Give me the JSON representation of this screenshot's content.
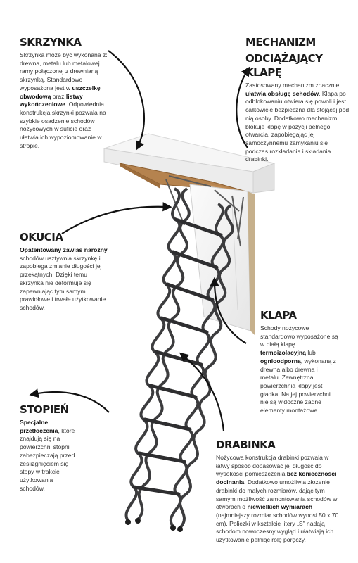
{
  "sections": {
    "skrzynka": {
      "title": "SKRZYNKA",
      "p1": "Skrzynka może być wykonana z: drewna, metalu lub metalowej ramy połączonej z drewnianą skrzynką. Standardowo wyposażona jest w ",
      "b1": "uszczelkę obwodową",
      "p2": " oraz ",
      "b2": "listwy wykończeniowe",
      "p3": ". Odpowiednia konstrukcja skrzynki pozwala na szybkie osadzenie schodów nożycowych w suficie oraz ułatwia ich wypoziomowanie w stropie."
    },
    "mechanizm": {
      "title_line1": "MECHANIZM",
      "title_line2": "ODCIĄŻAJĄCY KLAPĘ",
      "p1": "Zastosowany mechanizm znacznie ",
      "b1": "ułatwia obsługę schodów",
      "p2": ". Klapa po odblokowaniu otwiera się powoli i jest całkowicie bezpieczna dla stojącej pod nią osoby. Dodatkowo mechanizm blokuje klapę w pozycji pełnego otwarcia, zapobiegając jej samoczynnemu zamykaniu się podczas rozkładania i składania drabinki."
    },
    "okucia": {
      "title": "OKUCIA",
      "b1": "Opatentowany zawias narożny",
      "p1": " schodów usztywnia skrzynkę i zapobiega zmianie długości jej przekątnych. Dzięki temu skrzynka nie deformuje się zapewniając tym samym prawidłowe i trwałe użytkowanie schodów."
    },
    "klapa": {
      "title": "KLAPA",
      "p1": "Schody nożycowe standardowo wyposażone są w białą klapę ",
      "b1": "termoizolacyjną",
      "p2": " lub ",
      "b2": "ognioodporną",
      "p3": ", wykonaną z drewna albo drewna i metalu. Zewnętrzna powierzchnia klapy jest gładka. Na jej powierzchni nie są widoczne żadne elementy montażowe."
    },
    "stopien": {
      "title": "STOPIEŃ",
      "b1": "Specjalne przetłoczenia",
      "p1": ", które znajdują się na powierzchni stopni zabezpieczają przed ześlizgnięciem się stopy w trakcie użytkowania schodów."
    },
    "drabinka": {
      "title": "DRABINKA",
      "p1": "Nożycowa konstrukcja drabinki pozwala w łatwy sposób dopasować jej długość do wysokości pomieszczenia ",
      "b1": "bez konieczności docinania",
      "p2": ". Dodatkowo umożliwia złożenie drabinki do małych rozmiarów, dając tym samym możliwość zamontowania schodów w otworach o ",
      "b2": "niewielkich wymiarach",
      "p3": " (najmniejszy rozmiar schodów wynosi 50 x 70 cm). Policzki w kształcie litery „S” nadają schodom nowoczesny wygląd i ułatwiają ich użytkowanie pełniąc rolę poręczy."
    }
  },
  "colors": {
    "heading": "#1a1a1a",
    "text": "#333333",
    "ladder": "#3c3c3e",
    "wood": "#b5834f",
    "box": "#f2f2f2"
  },
  "icons": {
    "arrows": "curved-arrow-icon"
  }
}
